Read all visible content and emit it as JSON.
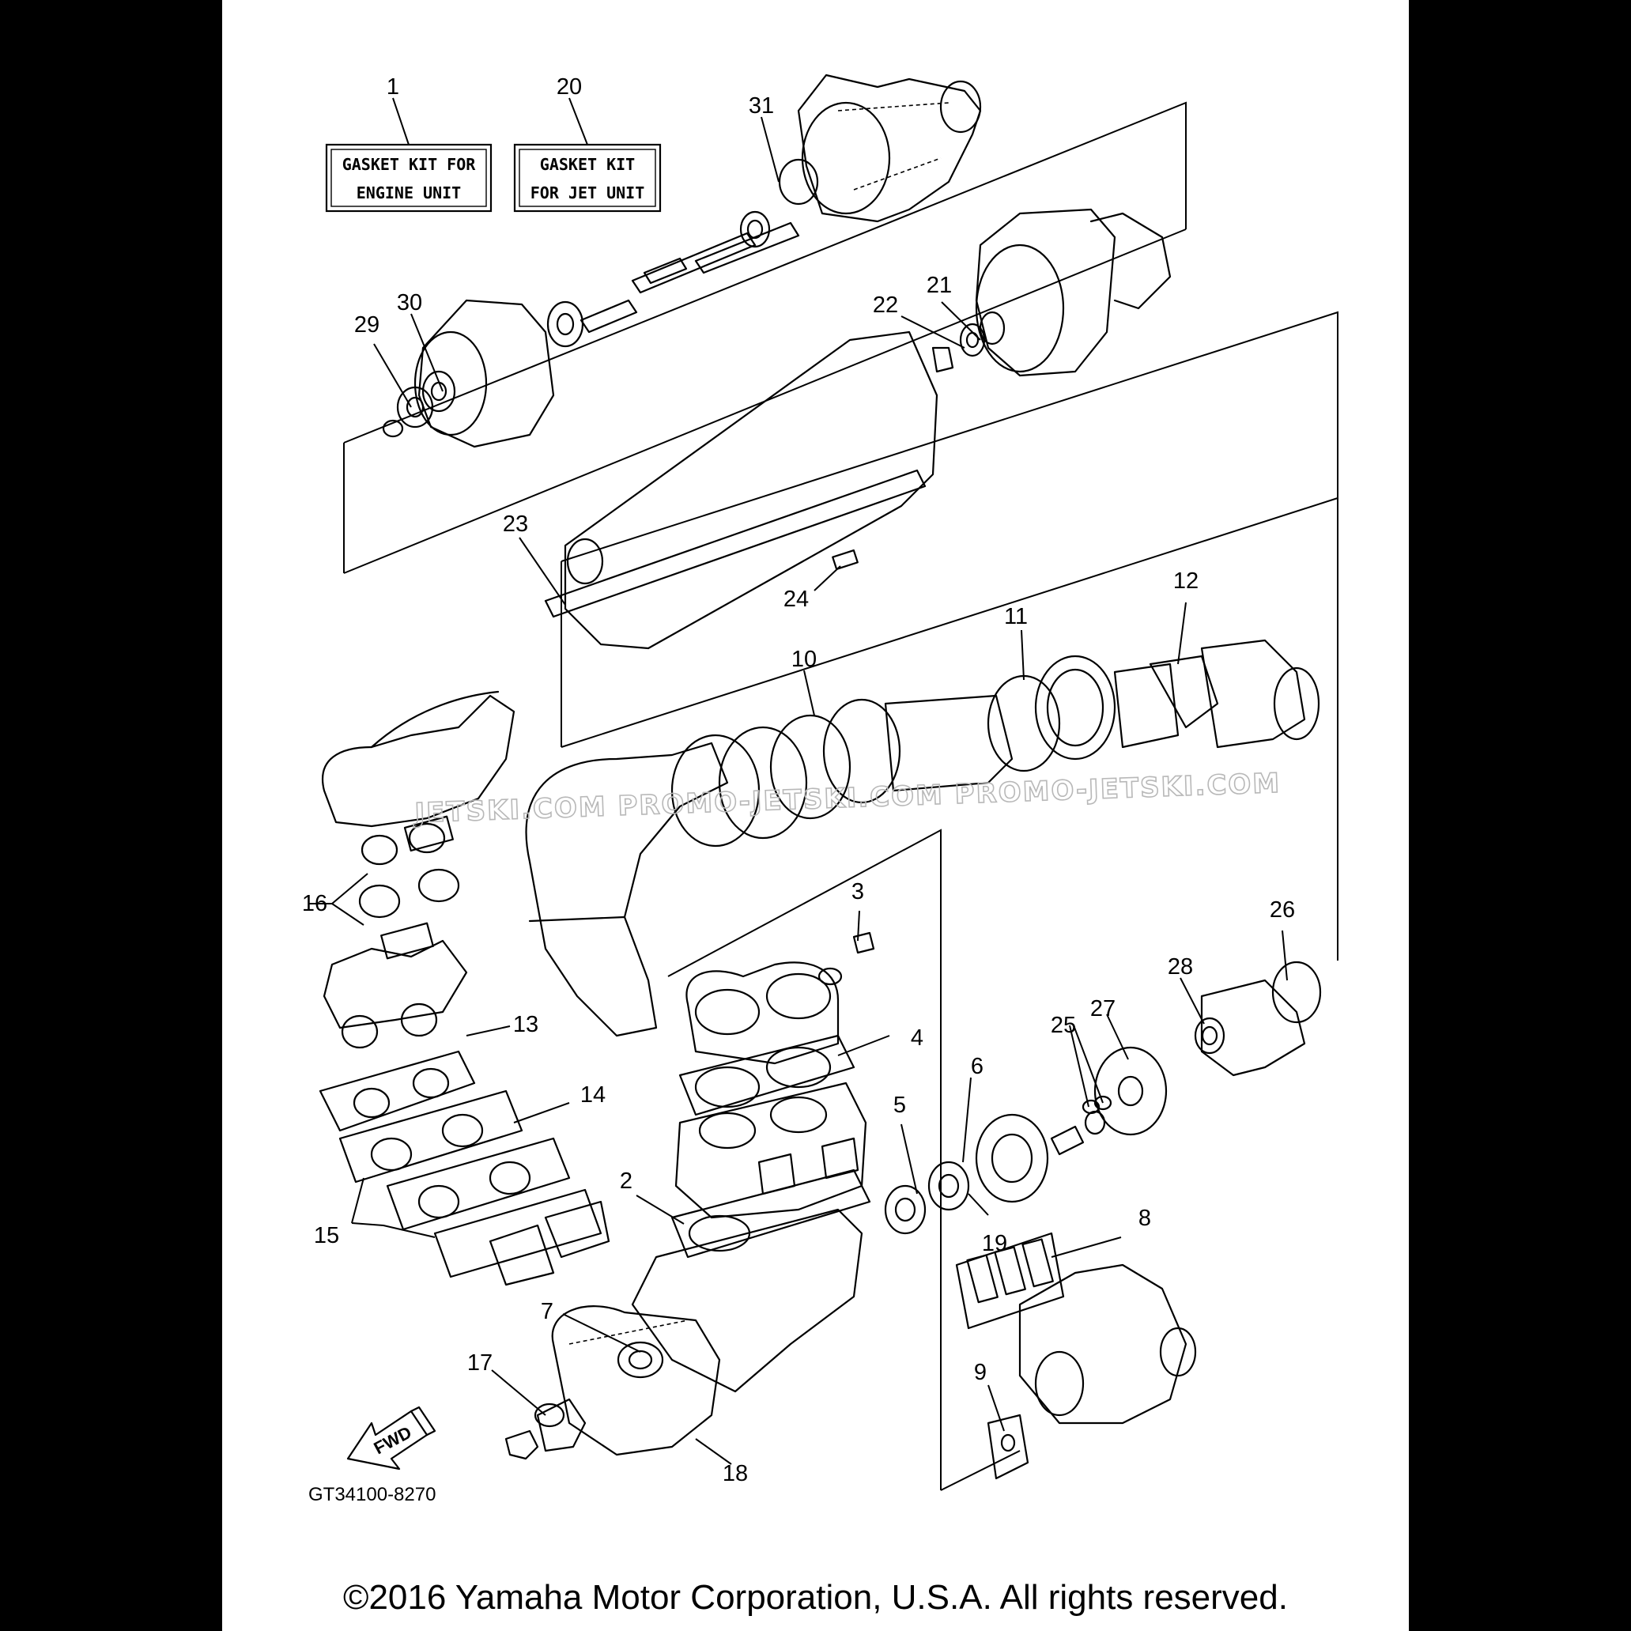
{
  "kits": [
    {
      "number": "1",
      "line1": "GASKET KIT FOR",
      "line2": "ENGINE UNIT"
    },
    {
      "number": "20",
      "line1": "GASKET KIT",
      "line2": "FOR JET UNIT"
    }
  ],
  "callouts": [
    "31",
    "30",
    "29",
    "21",
    "22",
    "23",
    "24",
    "10",
    "11",
    "12",
    "16",
    "3",
    "26",
    "28",
    "27",
    "25",
    "13",
    "4",
    "14",
    "6",
    "5",
    "2",
    "19",
    "15",
    "8",
    "7",
    "17",
    "9",
    "18"
  ],
  "diagram_code": "GT34100-8270",
  "fwd_label": "FWD",
  "watermark": "JETSKI.COM   PROMO-JETSKI.COM   PROMO-JETSKI.COM",
  "copyright": "©2016 Yamaha Motor Corporation, U.S.A. All rights reserved."
}
